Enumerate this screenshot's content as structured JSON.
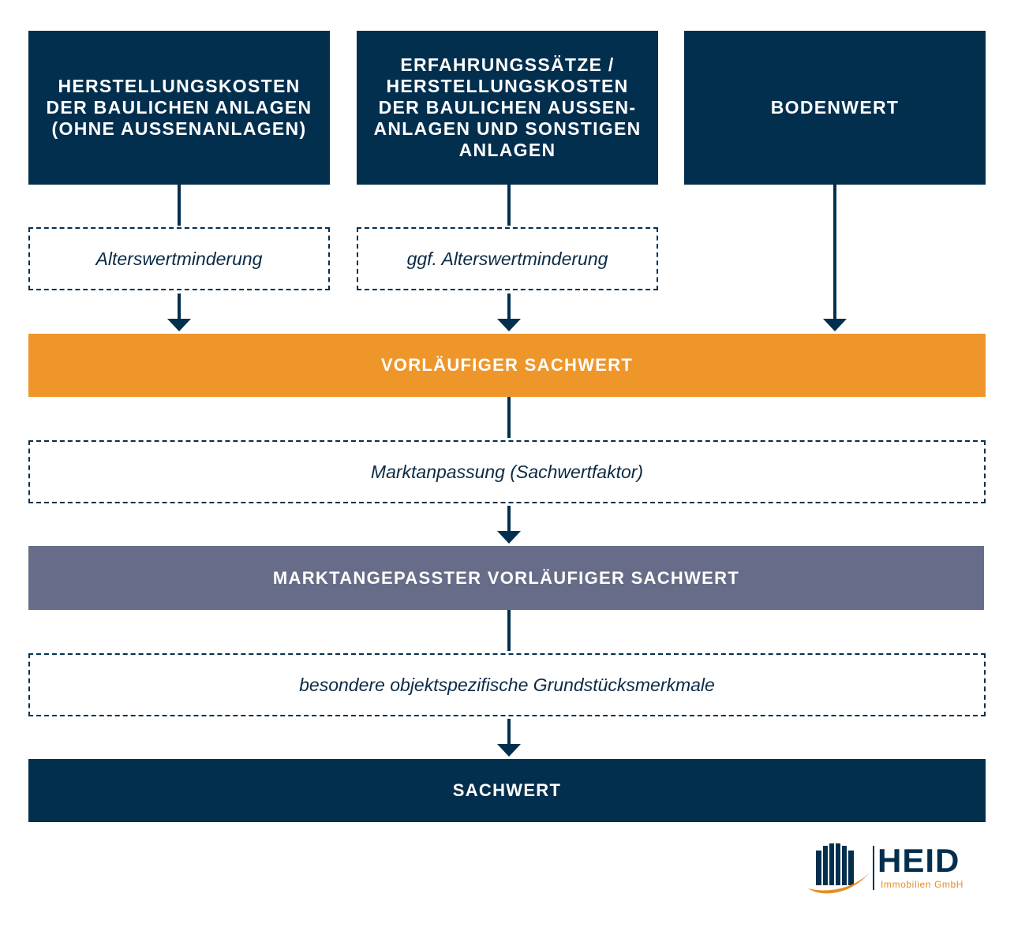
{
  "top_boxes": {
    "herstellungskosten": [
      "HERSTELLUNGSKOSTEN",
      "DER BAULICHEN ANLAGEN",
      "(OHNE AUSSENANLAGEN)"
    ],
    "erfahrungssaetze": [
      "ERFAHRUNGSSÄTZE /",
      "HERSTELLUNGSKOSTEN",
      "DER BAULICHEN AUSSEN-",
      "ANLAGEN UND SONSTIGEN",
      "ANLAGEN"
    ],
    "bodenwert": [
      "BODENWERT"
    ]
  },
  "steps": {
    "alterswertminderung": "Alterswertminderung",
    "ggf_alterswertminderung": "ggf. Alterswertminderung",
    "vorlaeufiger_sachwert": "VORLÄUFIGER SACHWERT",
    "marktanpassung": "Marktanpassung (Sachwertfaktor)",
    "marktangepasster_sachwert": "MARKTANGEPASSTER VORLÄUFIGER SACHWERT",
    "besondere_merkmale": "besondere objektspezifische Grundstücksmerkmale",
    "sachwert": "SACHWERT"
  },
  "logo": {
    "name": "HEID",
    "subtitle": "Immobilien GmbH"
  },
  "colors": {
    "navy": "#032f4f",
    "orange": "#ef962b",
    "slate": "#676d88",
    "logo_accent": "#e88c22"
  }
}
